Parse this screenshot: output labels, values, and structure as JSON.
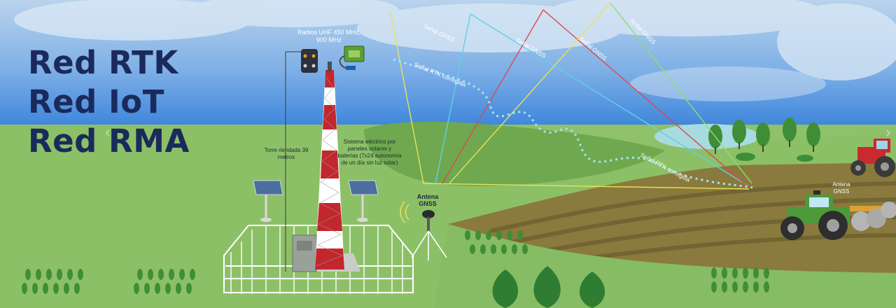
{
  "headline": {
    "line1": "Red RTK",
    "line2": "Red IoT",
    "line3": "Red RMA"
  },
  "labels": {
    "radios": "Radios UHF 450 MHz, 900 MHz",
    "torre": "Torre riendada 39 metros",
    "sistema": "Sistema eléctrico por paneles solares y baterías (7x24 autonomía de un día sin luz solar)",
    "antena_base": "Antena GNSS",
    "antena_tractor": "Antena GNSS",
    "senal_gnss": "Señal GNSS",
    "senal_rtk": "Señal RTK corregida"
  },
  "colors": {
    "headline": "#1b2a5c",
    "sky": "#4f8fdc",
    "grass": "#8fc16a",
    "tower_red": "#c2272d",
    "tractor_green": "#4e9a3b",
    "tractor_red": "#c92a2f"
  },
  "icons": {
    "carousel_prev": "chevron-left-icon",
    "carousel_next": "chevron-right-icon"
  }
}
